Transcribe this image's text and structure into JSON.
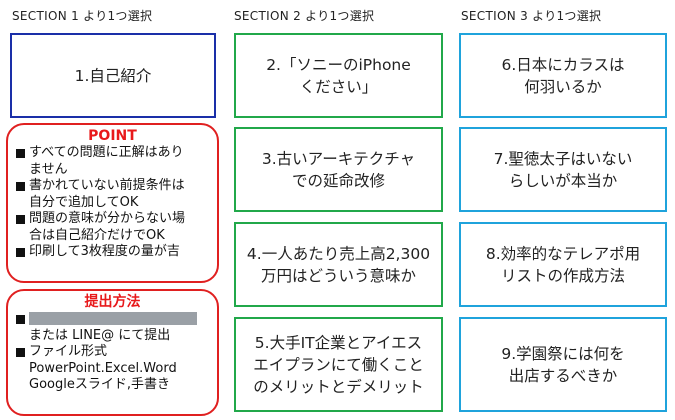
{
  "sections": [
    {
      "header": "SECTION 1 より1つ選択"
    },
    {
      "header": "SECTION 2 より1つ選択"
    },
    {
      "header": "SECTION 3  より1つ選択"
    }
  ],
  "topics": [
    "1.自己紹介",
    "2.「ソニーのiPhone\nください」",
    "6.日本にカラスは\n何羽いるか",
    "3.古いアーキテクチャ\nでの延命改修",
    "7.聖徳太子はいない\nらしいが本当か",
    "4.一人あたり売上高2,300\n万円はどういう意味か",
    "8.効率的なテレアポ用\nリストの作成方法",
    "5.大手IT企業とアイエス\nエイプランにて働くこと\nのメリットとデメリット",
    "9.学園祭には何を\n出店するべきか"
  ],
  "point": {
    "title": "POINT",
    "items": [
      "すべての問題に正解はあり\nません",
      "書かれていない前提条件は\n自分で追加してOK",
      "問題の意味が分からない場\n合は自己紹介だけでOK",
      "印刷して3枚程度の量が吉"
    ]
  },
  "submit": {
    "title": "提出方法",
    "line1_suffix": "",
    "line2": "または LINE@ にて提出",
    "item2": "ファイル形式",
    "formats": "PowerPoint.Excel.Word\nGoogleスライド,手書き"
  },
  "colors": {
    "section1": "#1a2fa8",
    "section2": "#21a84a",
    "section3": "#1fa3dc",
    "point": "#e02020"
  }
}
